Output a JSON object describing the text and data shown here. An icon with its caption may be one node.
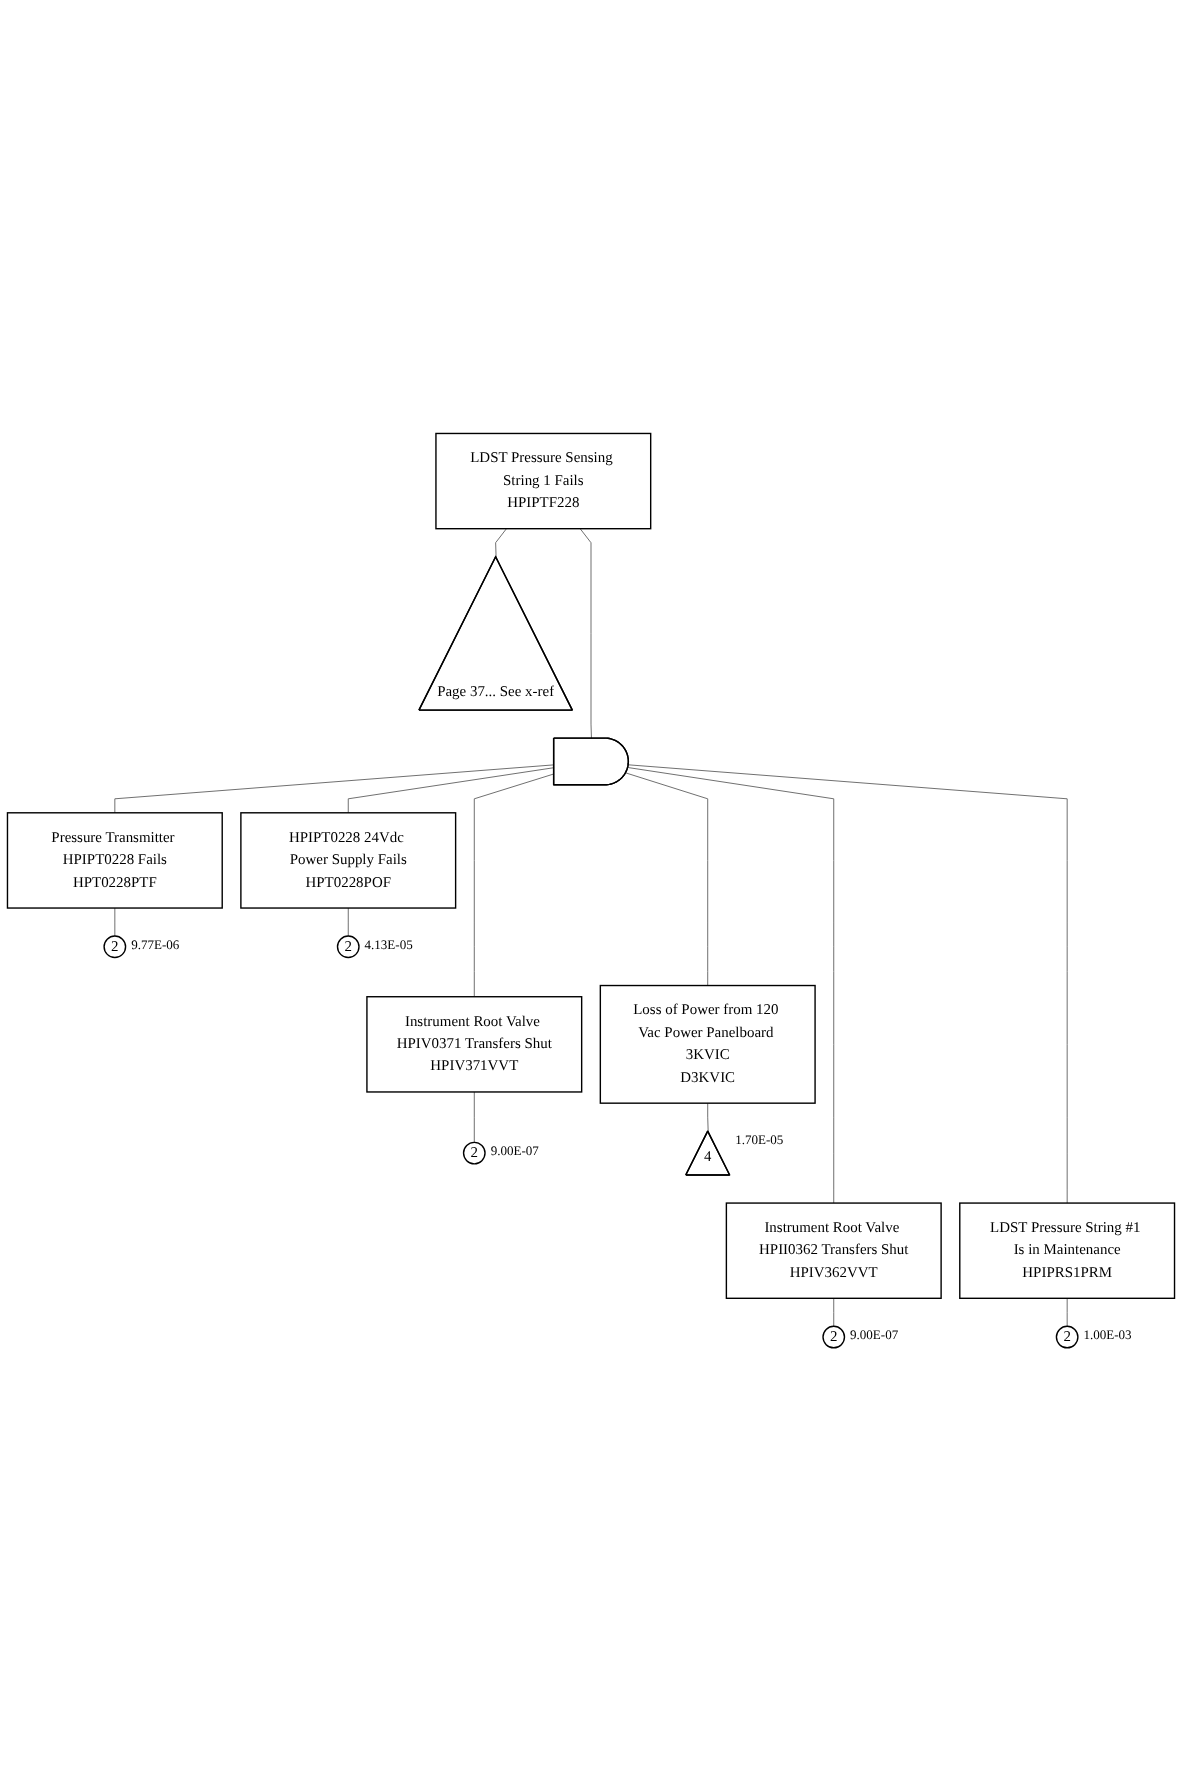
{
  "diagram": {
    "nodes": [
      {
        "text": [
          "LDST Pressure Sensing String 1 Fails",
          "HPIPTF228"
        ]
      },
      {
        "text": [
          "Page 37... See x-ref"
        ]
      },
      {
        "text": [],
        "shape": "gate"
      },
      {
        "text": [
          "Pressure Transmitter HPIPT0228 Fails",
          "HPT0228PTF"
        ]
      },
      {
        "text": [
          "2"
        ],
        "beside": [
          "9.77E-06"
        ]
      },
      {
        "text": [
          "HPIPT0228 24Vdc Power Supply Fails",
          "HPT0228POF"
        ]
      },
      {
        "text": [
          "2"
        ],
        "beside": [
          "4.13E-05"
        ]
      },
      {
        "text": [
          "Instrument Root Valve HPIV0371 Transfers Shut",
          "HPIV371VVT"
        ]
      },
      {
        "text": [
          "2"
        ],
        "beside": [
          "9.00E-07"
        ]
      },
      {
        "text": [
          "Loss of Power from 120 Vac Power Panelboard 3KVIC",
          "D3KVIC"
        ]
      },
      {
        "text": [
          "4"
        ],
        "beside": [
          "1.70E-05"
        ]
      },
      {
        "text": [
          "Instrument Root Valve HPII0362 Transfers Shut",
          "HPIV362VVT"
        ]
      },
      {
        "text": [
          "2"
        ],
        "beside": [
          "9.00E-07"
        ]
      },
      {
        "text": [
          "LDST Pressure String #1 Is in Maintenance",
          "HPIPRS1PRM"
        ]
      },
      {
        "text": [
          "2"
        ],
        "beside": [
          "1.00E-03"
        ]
      }
    ],
    "edges": [
      {
        "from": 0,
        "to": 1,
        "arrow": "none"
      },
      {
        "from": 0,
        "to": 2,
        "arrow": "none"
      },
      {
        "from": 2,
        "to": 3,
        "arrow": "none"
      },
      {
        "from": 2,
        "to": 5,
        "arrow": "none"
      },
      {
        "from": 2,
        "to": 7,
        "arrow": "none"
      },
      {
        "from": 2,
        "to": 9,
        "arrow": "none"
      },
      {
        "from": 2,
        "to": 11,
        "arrow": "none"
      },
      {
        "from": 2,
        "to": 13,
        "arrow": "none"
      },
      {
        "from": 3,
        "to": 4,
        "arrow": "none"
      },
      {
        "from": 5,
        "to": 6,
        "arrow": "none"
      },
      {
        "from": 7,
        "to": 8,
        "arrow": "none"
      },
      {
        "from": 9,
        "to": 10,
        "arrow": "none"
      },
      {
        "from": 11,
        "to": 12,
        "arrow": "none"
      },
      {
        "from": 13,
        "to": 14,
        "arrow": "none"
      }
    ]
  }
}
